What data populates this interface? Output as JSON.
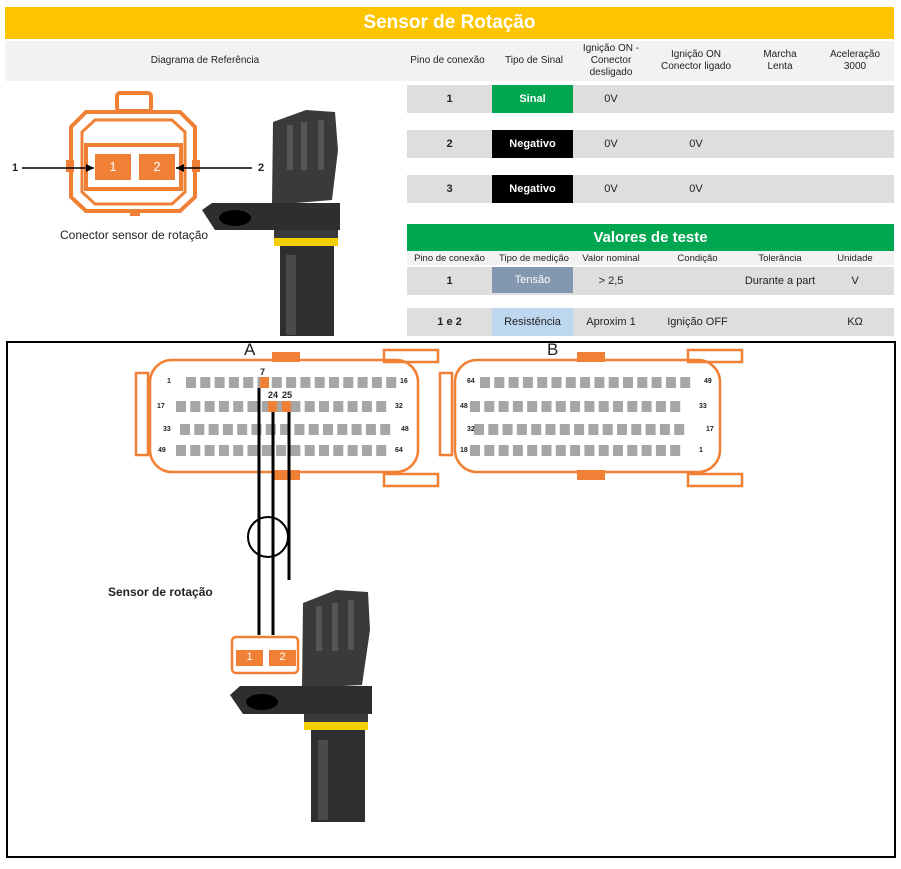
{
  "title": "Sensor de Rotação",
  "header": {
    "diagram_ref": "Diagrama de Referência",
    "pino": "Pino de conexão",
    "tipo_sinal": "Tipo de Sinal",
    "ign_on_desl": "Ignição ON - Conector desligado",
    "ign_on_lig": "Ignição ON Conector ligado",
    "marcha_lenta": "Marcha Lenta",
    "aceleracao": "Aceleração 3000"
  },
  "pins": [
    {
      "pin": "1",
      "signal": "Sinal",
      "signal_color": "#00a650",
      "ign_desl": "0V",
      "ign_lig": ""
    },
    {
      "pin": "2",
      "signal": "Negativo",
      "signal_color": "#000000",
      "ign_desl": "0V",
      "ign_lig": "0V"
    },
    {
      "pin": "3",
      "signal": "Negativo",
      "signal_color": "#000000",
      "ign_desl": "0V",
      "ign_lig": "0V"
    }
  ],
  "connector_diagram": {
    "caption": "Conector sensor de rotação",
    "pin_labels": [
      "1",
      "2"
    ],
    "arrow_labels": [
      "1",
      "2"
    ]
  },
  "test_values": {
    "title": "Valores de teste",
    "headers": [
      "Pino de conexão",
      "Tipo de medição",
      "Valor nominal",
      "Condição",
      "Tolerância",
      "Unidade"
    ],
    "rows": [
      {
        "pin": "1",
        "type": "Tensão",
        "type_color": "#8497b0",
        "nominal": "> 2,5",
        "condition": "",
        "tolerance": "Durante a part",
        "unit": "V"
      },
      {
        "pin": "1 e 2",
        "type": "Resistência",
        "type_color": "#bdd7ee",
        "nominal": "Aproxim 1",
        "condition": "Ignição OFF",
        "tolerance": "",
        "unit": "KΩ"
      }
    ]
  },
  "ecu": {
    "connector_a_label": "A",
    "connector_b_label": "B",
    "a_row_labels": [
      [
        "1",
        "16"
      ],
      [
        "17",
        "32"
      ],
      [
        "33",
        "48"
      ],
      [
        "49",
        "64"
      ]
    ],
    "b_row_labels": [
      [
        "64",
        "49"
      ],
      [
        "48",
        "33"
      ],
      [
        "32",
        "17"
      ],
      [
        "18",
        "1"
      ]
    ],
    "wire_pins": [
      "7",
      "24",
      "25"
    ],
    "sensor_label": "Sensor de rotação",
    "sensor_pins": [
      "1",
      "2"
    ]
  },
  "colors": {
    "accent_orange": "#f08035",
    "title_yellow": "#fcc500",
    "green": "#00a650",
    "pin_gray": "#a6a6a6"
  }
}
